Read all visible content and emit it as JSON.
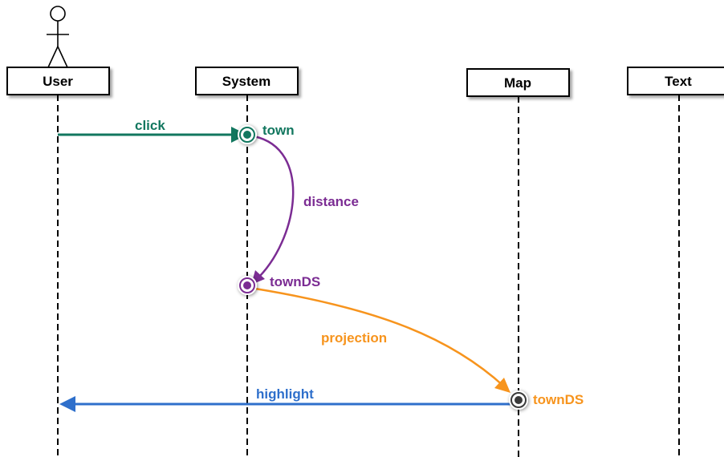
{
  "participants": [
    {
      "id": "user",
      "label": "User",
      "actor": true
    },
    {
      "id": "system",
      "label": "System"
    },
    {
      "id": "map",
      "label": "Map"
    },
    {
      "id": "text",
      "label": "Text"
    }
  ],
  "messages": [
    {
      "id": "click",
      "label": "click",
      "from": "user",
      "to": "system",
      "color": "#12775f"
    },
    {
      "id": "distance",
      "label": "distance",
      "from": "system",
      "to": "system",
      "color": "#7b2c93"
    },
    {
      "id": "projection",
      "label": "projection",
      "from": "system",
      "to": "map",
      "color": "#f7941d"
    },
    {
      "id": "highlight",
      "label": "highlight",
      "from": "map",
      "to": "user",
      "color": "#2e6fcb"
    }
  ],
  "activation_points": [
    {
      "id": "town",
      "label": "town",
      "on": "system",
      "color": "#12775f"
    },
    {
      "id": "townds-sys",
      "label": "townDS",
      "on": "system",
      "color": "#7b2c93"
    },
    {
      "id": "townds-map",
      "label": "townDS",
      "on": "map",
      "color": "#f7941d"
    }
  ],
  "colors": {
    "line": "#000000",
    "map_node": "#3a3a3a"
  }
}
